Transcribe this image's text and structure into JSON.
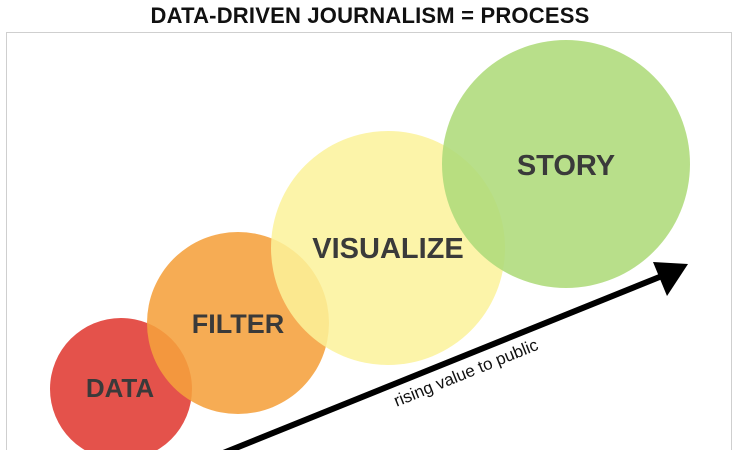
{
  "title": "DATA-DRIVEN JOURNALISM = PROCESS",
  "stages": [
    {
      "label": "DATA",
      "color": "#e2433c"
    },
    {
      "label": "FILTER",
      "color": "#f5a03c"
    },
    {
      "label": "VISUALIZE",
      "color": "#fbf29a"
    },
    {
      "label": "STORY",
      "color": "#aedb7a"
    }
  ],
  "arrow": {
    "label": "rising value to public",
    "color": "#000000"
  }
}
